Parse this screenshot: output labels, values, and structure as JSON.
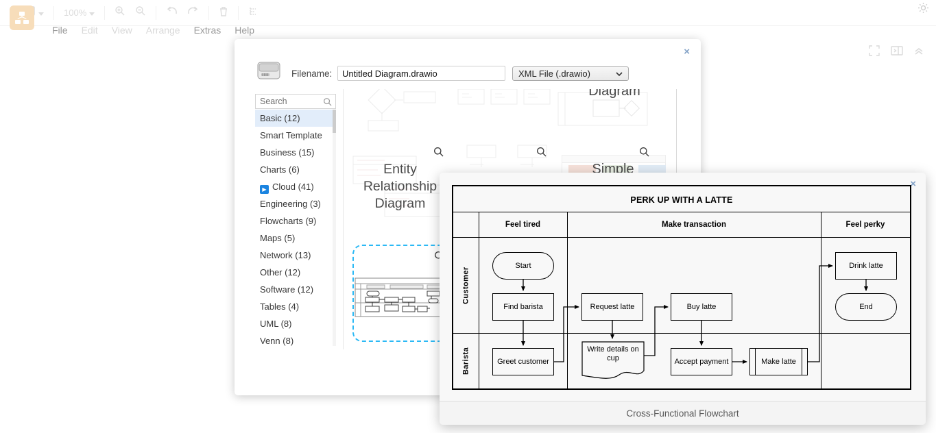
{
  "chrome": {
    "menu": [
      {
        "label": "File",
        "enabled": true
      },
      {
        "label": "Edit",
        "enabled": false
      },
      {
        "label": "View",
        "enabled": false
      },
      {
        "label": "Arrange",
        "enabled": false
      },
      {
        "label": "Extras",
        "enabled": true
      },
      {
        "label": "Help",
        "enabled": true
      }
    ],
    "zoom_value": "100%"
  },
  "dialog": {
    "close_glyph": "×",
    "filename_label": "Filename:",
    "filename_value": "Untitled Diagram.drawio",
    "filetype_selected": "XML File (.drawio)",
    "search_placeholder": "Search",
    "categories": [
      {
        "label": "Basic (12)",
        "selected": true
      },
      {
        "label": "Smart Template",
        "selected": false
      },
      {
        "label": "Business (15)",
        "selected": false
      },
      {
        "label": "Charts (6)",
        "selected": false
      },
      {
        "label": "Cloud (41)",
        "selected": false,
        "icon": "play-badge",
        "icon_glyph": "▶"
      },
      {
        "label": "Engineering (3)",
        "selected": false
      },
      {
        "label": "Flowcharts (9)",
        "selected": false
      },
      {
        "label": "Maps (5)",
        "selected": false
      },
      {
        "label": "Network (13)",
        "selected": false
      },
      {
        "label": "Other (12)",
        "selected": false
      },
      {
        "label": "Software (12)",
        "selected": false
      },
      {
        "label": "Tables (4)",
        "selected": false
      },
      {
        "label": "UML (8)",
        "selected": false
      },
      {
        "label": "Venn (8)",
        "selected": false
      }
    ],
    "template_labels": {
      "top_right": "Diagram",
      "erd": "Entity Relationship Diagram",
      "simple": "Simple"
    }
  },
  "preview": {
    "close_glyph": "×",
    "caption": "Cross-Functional Flowchart",
    "flowchart": {
      "title": "PERK UP WITH A LATTE",
      "columns": [
        "Feel tired",
        "Make transaction",
        "Feel perky"
      ],
      "lanes": [
        "Customer",
        "Barista"
      ],
      "nodes": [
        {
          "label": "Start",
          "shape": "terminator",
          "lane": "Customer",
          "column": "Feel tired"
        },
        {
          "label": "Find barista",
          "shape": "process",
          "lane": "Customer",
          "column": "Feel tired"
        },
        {
          "label": "Request latte",
          "shape": "process",
          "lane": "Customer",
          "column": "Make transaction"
        },
        {
          "label": "Buy latte",
          "shape": "process",
          "lane": "Customer",
          "column": "Make transaction"
        },
        {
          "label": "Drink latte",
          "shape": "process",
          "lane": "Customer",
          "column": "Feel perky"
        },
        {
          "label": "End",
          "shape": "terminator",
          "lane": "Customer",
          "column": "Feel perky"
        },
        {
          "label": "Greet customer",
          "shape": "process",
          "lane": "Barista",
          "column": "Feel tired"
        },
        {
          "label": "Write details on cup",
          "shape": "document",
          "lane": "Barista",
          "column": "Make transaction"
        },
        {
          "label": "Accept payment",
          "shape": "process",
          "lane": "Barista",
          "column": "Make transaction"
        },
        {
          "label": "Make latte",
          "shape": "predefined-process",
          "lane": "Barista",
          "column": "Make transaction"
        }
      ],
      "edges": [
        [
          "Start",
          "Find barista"
        ],
        [
          "Find barista",
          "Greet customer"
        ],
        [
          "Greet customer",
          "Request latte"
        ],
        [
          "Request latte",
          "Write details on cup"
        ],
        [
          "Write details on cup",
          "Buy latte"
        ],
        [
          "Buy latte",
          "Accept payment"
        ],
        [
          "Accept payment",
          "Make latte"
        ],
        [
          "Make latte",
          "Drink latte"
        ],
        [
          "Drink latte",
          "End"
        ]
      ]
    }
  },
  "colors": {
    "accent_selection": "#2cb9f5",
    "sidebar_selected_bg": "#e2edfa",
    "close_button": "#84a3c7",
    "cloud_badge": "#1b84e0",
    "logo_bg_faded": "#f7ddba"
  }
}
